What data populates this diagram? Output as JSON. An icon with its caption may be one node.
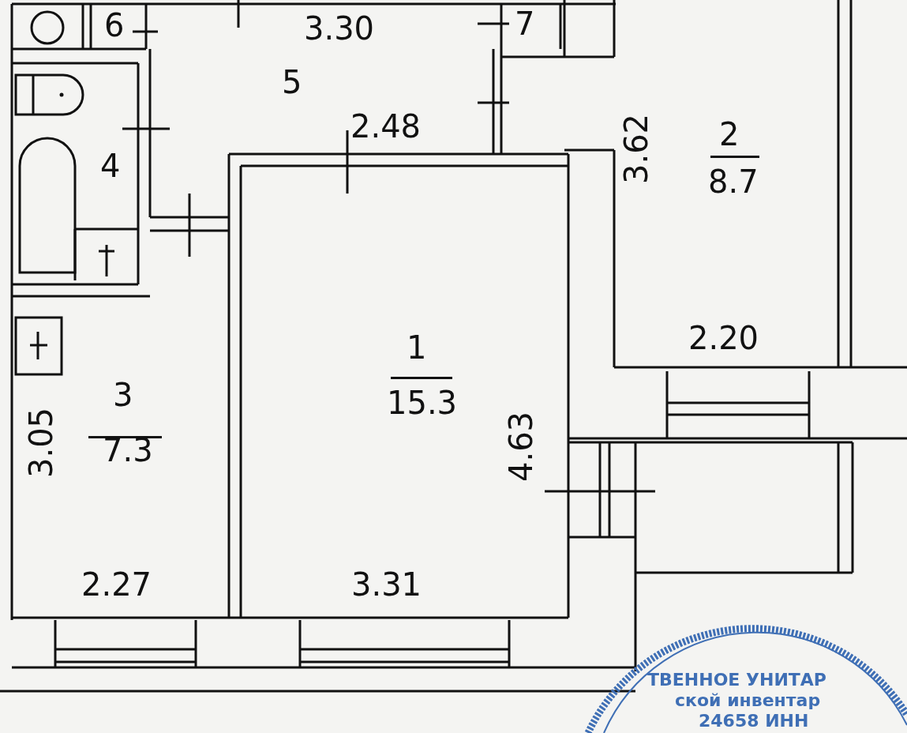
{
  "diagram": {
    "nodes": [
      {
        "text": [
          "6"
        ]
      },
      {
        "text": [
          "7"
        ]
      },
      {
        "text": [
          "5"
        ]
      },
      {
        "text": [
          "2",
          "8.7"
        ]
      },
      {
        "text": [
          "4"
        ]
      },
      {
        "text": [
          "1",
          "15.3"
        ]
      },
      {
        "text": [
          "3",
          "7.3"
        ]
      }
    ],
    "labels": [
      "3.30",
      "2.48",
      "3.62",
      "2.20",
      "4.63",
      "3.05",
      "2.27",
      "3.31",
      "ТВЕННОЕ УНИТАР",
      "ской инвентар",
      "24658 ИНН"
    ]
  }
}
